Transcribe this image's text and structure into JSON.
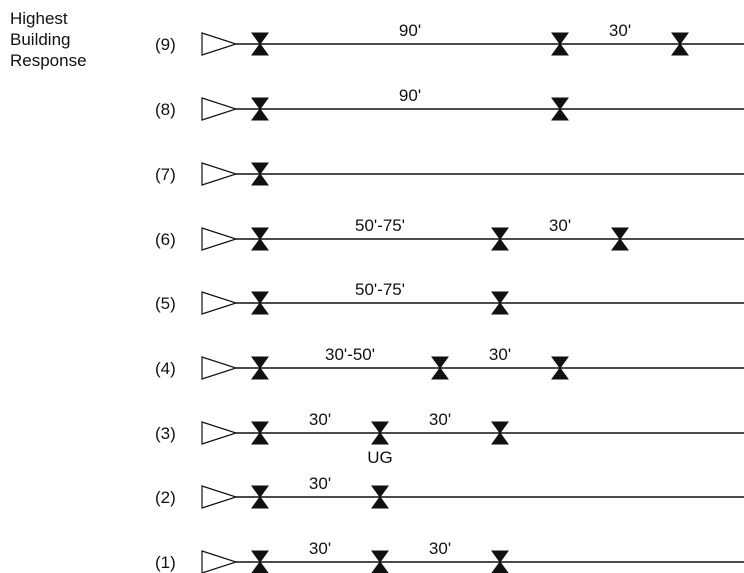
{
  "caption": {
    "line1": "Highest",
    "line2": "Building",
    "line3": "Response"
  },
  "colors": {
    "ink": "#111111",
    "background": "#ffffff"
  },
  "rows": [
    {
      "label": "(9)",
      "valves": [
        "start",
        "mid",
        "end"
      ],
      "spans": [
        "90'",
        "30'"
      ]
    },
    {
      "label": "(8)",
      "valves": [
        "start",
        "mid"
      ],
      "spans": [
        "90'"
      ]
    },
    {
      "label": "(7)",
      "valves": [
        "start"
      ],
      "spans": []
    },
    {
      "label": "(6)",
      "valves": [
        "start",
        "mid",
        "end"
      ],
      "spans": [
        "50'-75'",
        "30'"
      ]
    },
    {
      "label": "(5)",
      "valves": [
        "start",
        "mid"
      ],
      "spans": [
        "50'-75'"
      ]
    },
    {
      "label": "(4)",
      "valves": [
        "start",
        "mid",
        "end"
      ],
      "spans": [
        "30'-50'",
        "30'"
      ]
    },
    {
      "label": "(3)",
      "valves": [
        "start",
        "mid",
        "end"
      ],
      "spans": [
        "30'",
        "30'"
      ],
      "valve_note": "UG"
    },
    {
      "label": "(2)",
      "valves": [
        "start",
        "mid"
      ],
      "spans": [
        "30'"
      ]
    },
    {
      "label": "(1)",
      "valves": [
        "start",
        "mid",
        "end"
      ],
      "spans": [
        "30'",
        "30'"
      ]
    }
  ]
}
